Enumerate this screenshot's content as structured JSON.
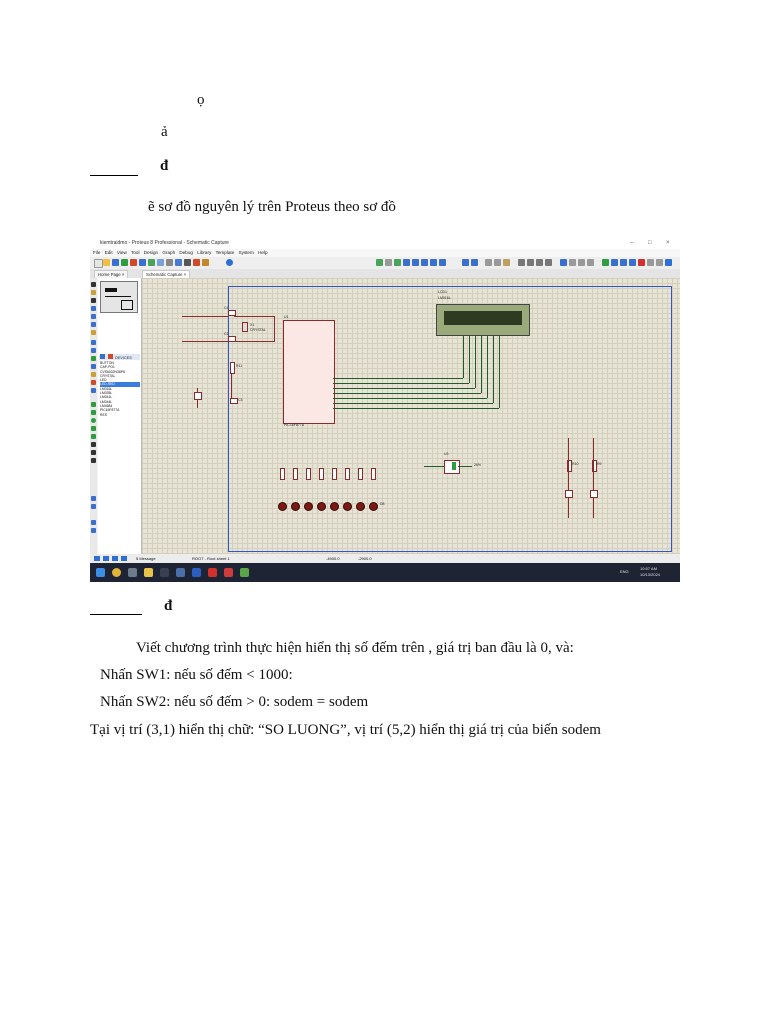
{
  "doc": {
    "line1": "ọ",
    "line2": "ả",
    "heading1_marker": "đ",
    "intro": "ẽ sơ đồ nguyên lý trên Proteus theo sơ đồ",
    "heading2_marker": "đ",
    "para1": "Viết chương trình thực hiện hiển thị số đếm trên          , giá trị ban đầu là 0, và:",
    "item1": "Nhấn SW1: nếu số đếm < 1000:",
    "item2": "Nhấn SW2: nếu số đếm > 0: sodem = sodem",
    "item3": "Tại vị trí (3,1) hiển thị chữ: “SO LUONG”, vị trí (5,2) hiển thị giá trị của biến sodem"
  },
  "screenshot": {
    "window_title": "kiemtraidmo - Proteus 8 Professional - Schematic Capture",
    "window_controls": [
      "–",
      "□",
      "×"
    ],
    "menu": [
      "File",
      "Edit",
      "View",
      "Tool",
      "Design",
      "Graph",
      "Debug",
      "Library",
      "Template",
      "System",
      "Help"
    ],
    "tabs": [
      "Home Page",
      "Schematic Capture"
    ],
    "devices_header": "DEVICES",
    "devices": [
      "BUTTON",
      "CAP-POL",
      "CVS6002N38P8",
      "CRYSTAL",
      "LED",
      "LED-RED",
      "LM016L",
      "LM035L",
      "LM041L",
      "LM044L",
      "LM4684",
      "PIC16F877A",
      "RES"
    ],
    "selected_device": "LED-RED",
    "labels": {
      "lcd": "LCD1",
      "lcd_part": "LM016L",
      "mcu": "U1",
      "mcu_part": "PIC16F877A",
      "crystal": "X1",
      "crystal_part": "CRYSTAL",
      "c1": "C1",
      "c2": "C2",
      "c3": "C3",
      "r_reset": "R11",
      "sw3": "U3",
      "sw_out": "26%",
      "r9": "R9",
      "r10": "R10",
      "d_group": "D8"
    },
    "status": {
      "messages": "5 Message",
      "sheet": "ROOT - Root sheet 1",
      "coord_x": "-4900.0",
      "coord_y": "-2900.0"
    },
    "tray": {
      "lang": "ENG",
      "time": "10:57 AM",
      "date": "10/13/2024"
    }
  }
}
